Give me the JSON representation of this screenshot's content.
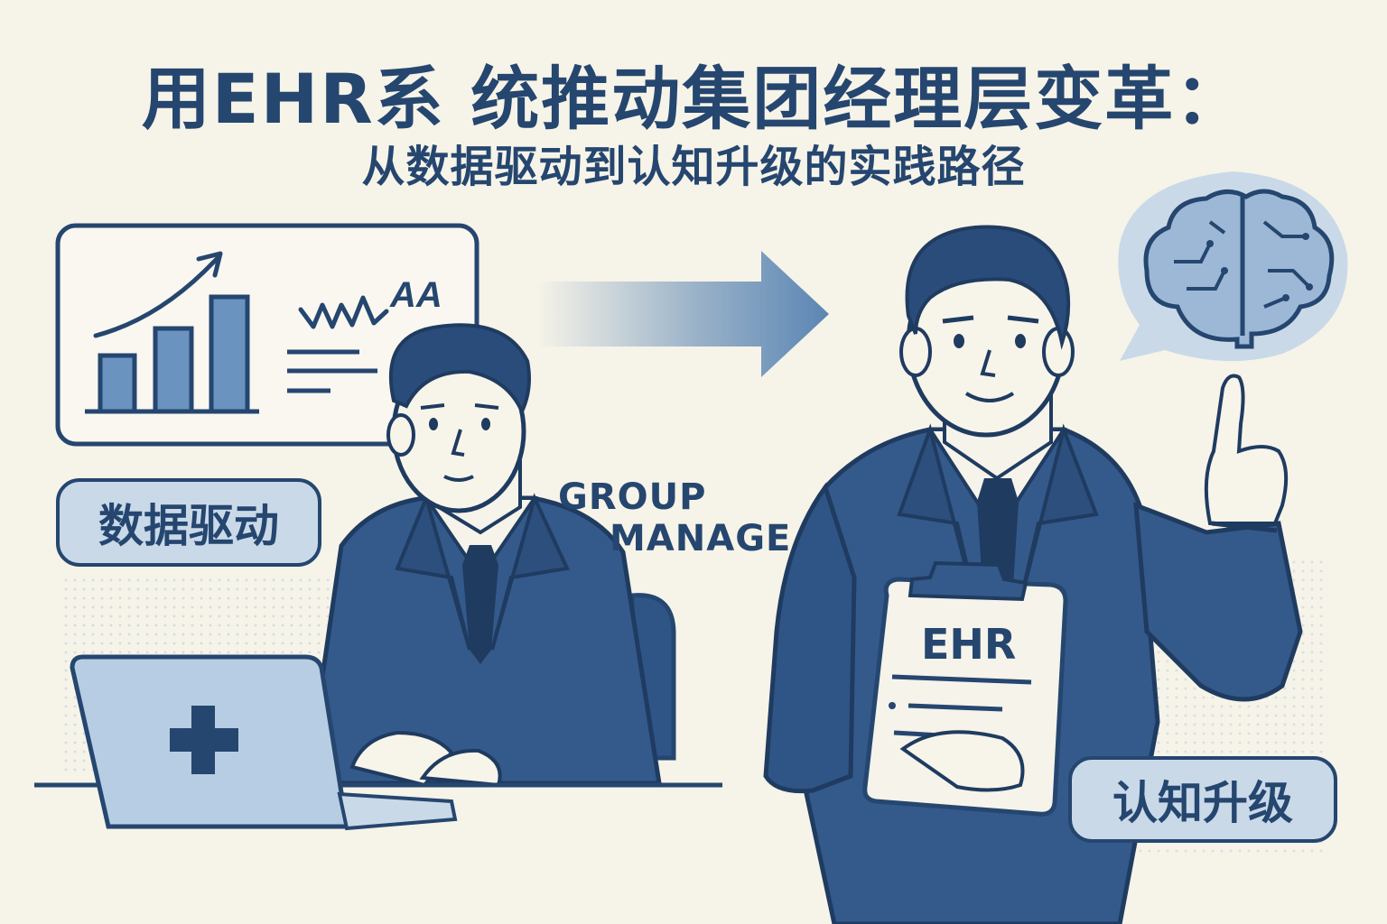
{
  "header": {
    "title": "用EHR系 统推动集团经理层变革：",
    "subtitle": "从数据驱动到认知升级的实践路径"
  },
  "left_panel": {
    "tag_label": "数据驱动",
    "chart_text": "AA",
    "logo_lines": [
      "GROUP",
      "MANAGE"
    ]
  },
  "right_panel": {
    "tag_label": "认知升级",
    "clipboard_text": "EHR"
  },
  "icons": [
    "bar-chart-icon",
    "trend-arrow-icon",
    "signature-icon",
    "laptop-icon",
    "cross-icon",
    "arrow-right-icon",
    "brain-icon",
    "speech-bubble-icon",
    "clipboard-icon"
  ],
  "colors": {
    "background": "#f6f3e8",
    "primary": "#25466f",
    "light": "#c9d9e8",
    "mid": "#4f78a8"
  }
}
